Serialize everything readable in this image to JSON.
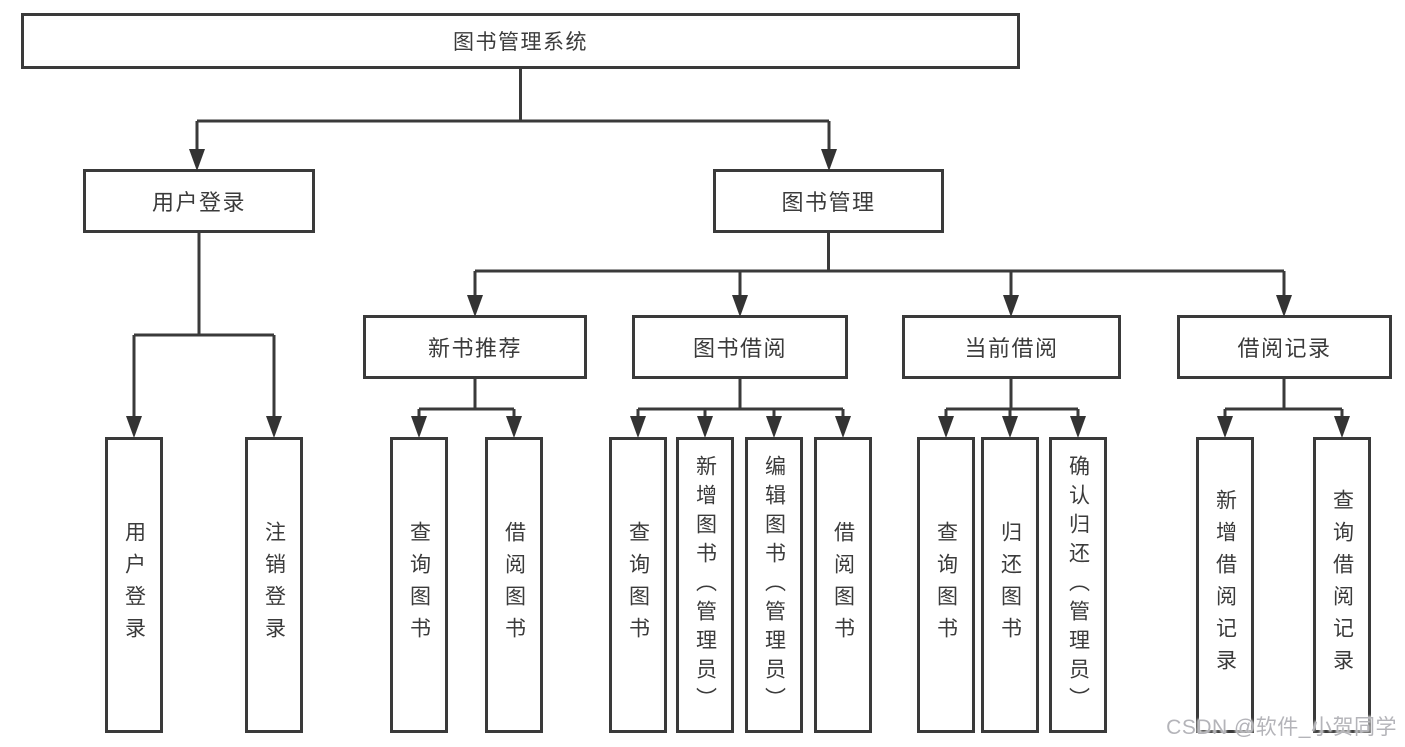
{
  "diagram": {
    "title": "图书管理系统",
    "type": "hierarchy-tree",
    "colors": {
      "line": "#3a3a3a",
      "node_border": "#3a3a3a",
      "node_fill": "#ffffff",
      "text": "#3b3b3b",
      "background": "#ffffff",
      "watermark_text": "#b4b4b9"
    },
    "hierarchy": {
      "label": "图书管理系统",
      "children": [
        {
          "label": "用户登录",
          "children": [
            {
              "label": "用户登录"
            },
            {
              "label": "注销登录"
            }
          ]
        },
        {
          "label": "图书管理",
          "children": [
            {
              "label": "新书推荐",
              "children": [
                {
                  "label": "查询图书"
                },
                {
                  "label": "借阅图书"
                }
              ]
            },
            {
              "label": "图书借阅",
              "children": [
                {
                  "label": "查询图书"
                },
                {
                  "label": "新增图书（管理员）"
                },
                {
                  "label": "编辑图书（管理员）"
                },
                {
                  "label": "借阅图书"
                }
              ]
            },
            {
              "label": "当前借阅",
              "children": [
                {
                  "label": "查询图书"
                },
                {
                  "label": "归还图书"
                },
                {
                  "label": "确认归还（管理员）"
                }
              ]
            },
            {
              "label": "借阅记录",
              "children": [
                {
                  "label": "新增借阅记录"
                },
                {
                  "label": "查询借阅记录"
                }
              ]
            }
          ]
        }
      ]
    },
    "watermark": "CSDN @软件_小贺同学"
  }
}
